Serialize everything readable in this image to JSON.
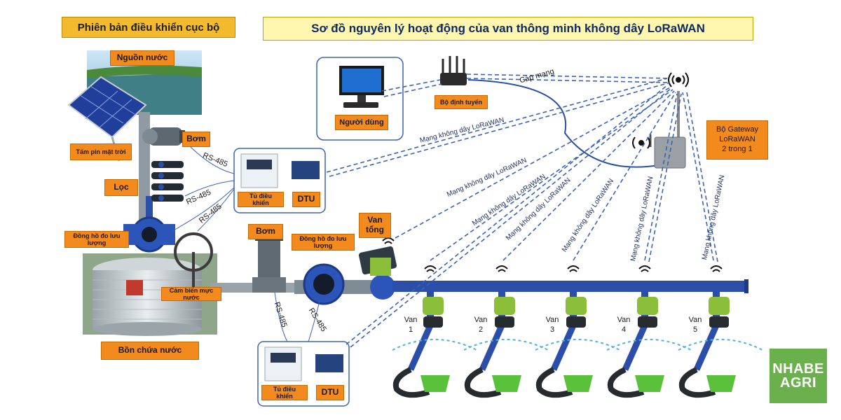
{
  "titles": {
    "main": "Sơ đồ nguyên lý hoạt động của van thông minh không dây LoRaWAN",
    "local_version": "Phiên bản điều khiển cục bộ"
  },
  "labels": {
    "water_source": "Nguồn nước",
    "solar_panel": "Tấm pin mặt trời",
    "pump_top": "Bơm",
    "filter": "Lọc",
    "flow_meter_left": "Đồng hồ đo lưu lượng",
    "level_sensor": "Cảm biến mực nước",
    "water_tank": "Bồn chứa nước",
    "pump_mid": "Bơm",
    "flow_meter_mid": "Đồng hồ đo lưu lượng",
    "main_valve_line1": "Van",
    "main_valve_line2": "tổng",
    "user": "Người dùng",
    "router": "Bộ định tuyến",
    "control_cabinet_top": "Tủ điều khiển",
    "dtu_top": "DTU",
    "control_cabinet_bottom": "Tủ điều khiển",
    "dtu_bottom": "DTU"
  },
  "gateway": {
    "line1": "Bộ Gateway",
    "line2": "LoRaWAN",
    "line3": "2 trong 1"
  },
  "links": {
    "cable_network": "Cáp mạng",
    "wireless": "Mạng không dây LoRaWAN",
    "rs485": "RS-485"
  },
  "valves": [
    {
      "word": "Van",
      "num": "1"
    },
    {
      "word": "Van",
      "num": "2"
    },
    {
      "word": "Van",
      "num": "3"
    },
    {
      "word": "Van",
      "num": "4"
    },
    {
      "word": "Van",
      "num": "5"
    }
  ],
  "logo": {
    "line1": "NHABE",
    "line2": "AGRI"
  },
  "colors": {
    "label_orange": "#f28a1e",
    "pipe_blue": "#2b4fa8",
    "wireless_line": "#3a64b4",
    "valve_green": "#8bbf3a",
    "logo_green": "#6ab04c"
  }
}
